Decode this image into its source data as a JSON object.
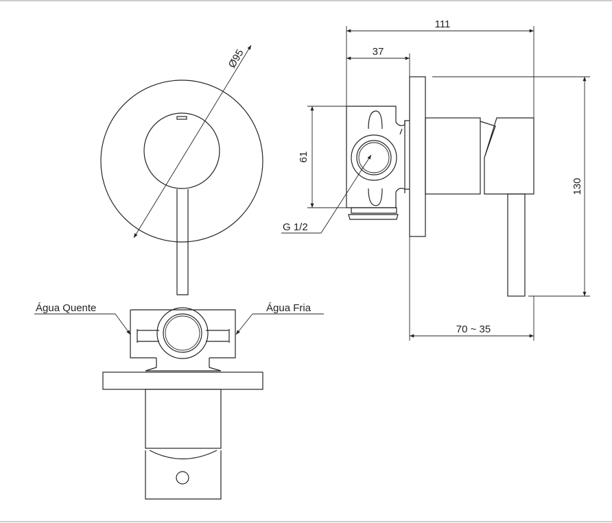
{
  "dimensions": {
    "diameter": "Ø95",
    "overall_depth": "111",
    "body_depth": "37",
    "body_height": "61",
    "overall_height": "130",
    "adjustable_depth": "70 ~ 35",
    "thread": "G 1/2"
  },
  "labels": {
    "hot_water": "Água Quente",
    "cold_water": "Água Fria"
  }
}
